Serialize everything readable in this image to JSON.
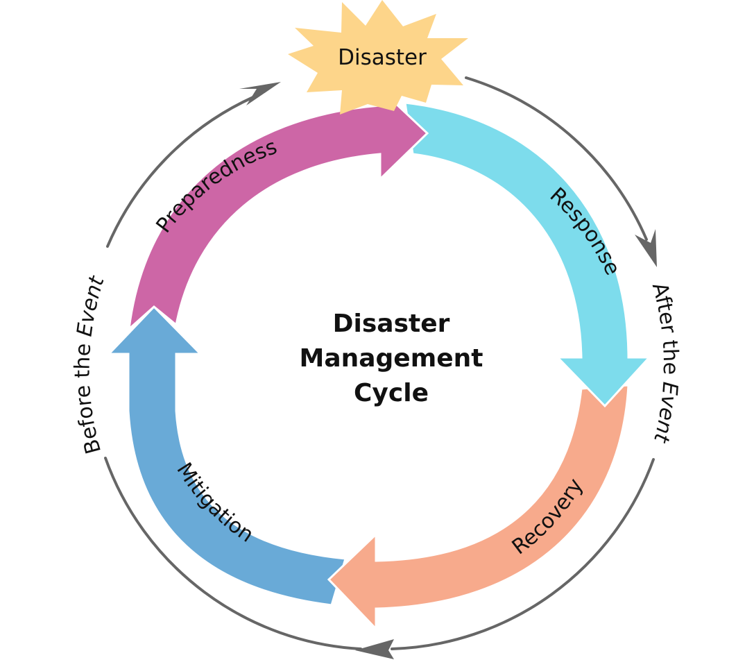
{
  "title": {
    "lines": [
      "Disaster",
      "Management",
      "Cycle"
    ]
  },
  "event": {
    "label": "Disaster",
    "color": "#fdd58a"
  },
  "phases": [
    {
      "label": "Preparedness",
      "color": "#cd66a6"
    },
    {
      "label": "Response",
      "color": "#7ddcec"
    },
    {
      "label": "Recovery",
      "color": "#f7aa8c"
    },
    {
      "label": "Mitigation",
      "color": "#69aad7"
    }
  ],
  "timeline": {
    "before": {
      "prefix": "Before the ",
      "emphasis": "Event"
    },
    "after": {
      "prefix": "After the ",
      "emphasis": "Event"
    },
    "arrow_color": "#666666"
  }
}
